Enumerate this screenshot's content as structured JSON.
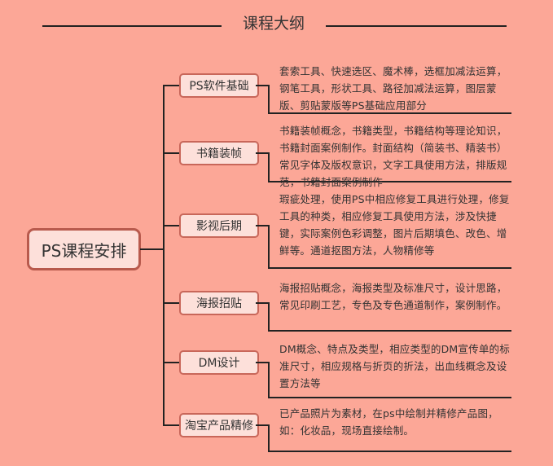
{
  "title": "课程大纲",
  "root": "PS课程安排",
  "branches": [
    {
      "label": "PS软件基础",
      "desc": "套索工具、快速选区、魔术棒，选框加减法运算，钢笔工具，形状工具、路径加减法运算，图层蒙版、剪贴蒙版等PS基础应用部分"
    },
    {
      "label": "书籍装帧",
      "desc": "书籍装帧概念，书籍类型，书籍结构等理论知识，书籍封面案例制作。封面结构（简装书、精装书）常见字体及版权意识，文字工具使用方法，排版规范，书籍封面案例制作"
    },
    {
      "label": "影视后期",
      "desc": "瑕疵处理，使用PS中相应修复工具进行处理，修复工具的种类，相应修复工具使用方法，涉及快捷键，实际案例色彩调整，图片后期填色、改色、增鲜等。通道抠图方法，人物精修等"
    },
    {
      "label": "海报招贴",
      "desc": "海报招贴概念，海报类型及标准尺寸，设计思路，常见印刷工艺，专色及专色通道制作，案例制作。"
    },
    {
      "label": "DM设计",
      "desc": "DM概念、特点及类型，相应类型的DM宣传单的标准尺寸，相应规格与折页的折法，出血线概念及设置方法等"
    },
    {
      "label": "淘宝产品精修",
      "desc": "已产品照片为素材，在ps中绘制并精修产品图，如：化妆品，现场直接绘制。"
    }
  ]
}
